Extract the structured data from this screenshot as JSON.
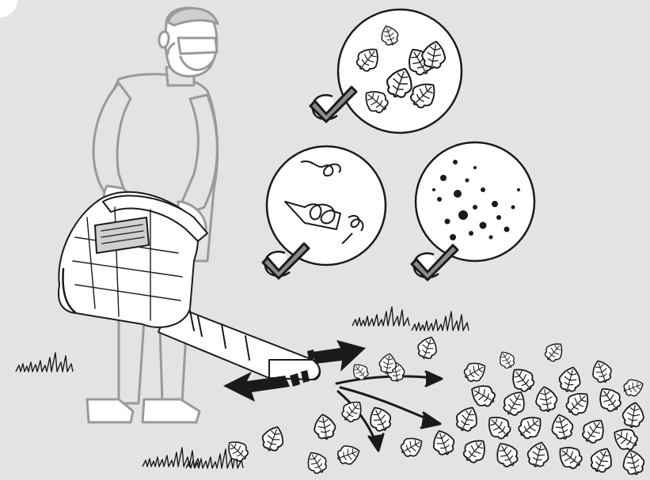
{
  "illustration": {
    "background_color": "#e3e3e3",
    "line_color": "#1a1a1a",
    "check_fill_color": "#8c8c8c",
    "icons": [
      "user-with-leaf-blower",
      "leaves-ok-icon",
      "twigs-ok-icon",
      "dust-ok-icon",
      "blow-direction-arrows",
      "airflow-arrows"
    ]
  }
}
